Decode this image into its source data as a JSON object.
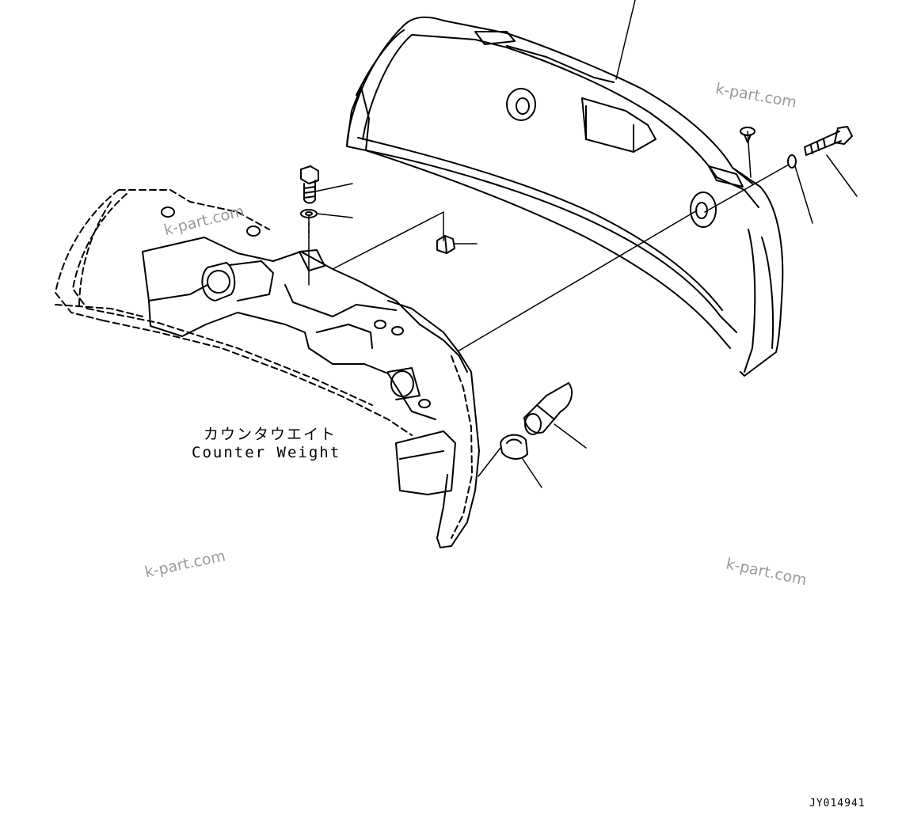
{
  "diagram": {
    "label_jp": "カウンタウエイト",
    "label_en": "Counter Weight",
    "drawing_id": "JY014941"
  },
  "watermarks": [
    "k-part.com",
    "k-part.com",
    "k-part.com",
    "k-part.com"
  ]
}
